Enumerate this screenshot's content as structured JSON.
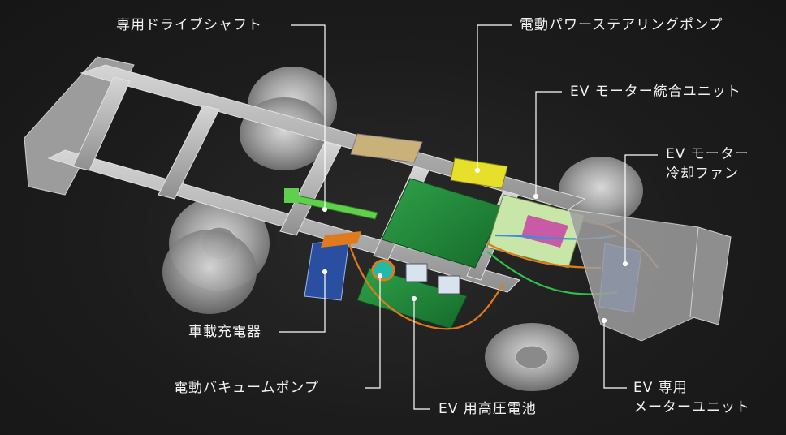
{
  "diagram": {
    "labels": {
      "drive_shaft": "専用ドライブシャフト",
      "power_steering_pump": "電動パワーステアリングポンプ",
      "ev_motor_integrated_unit": "EV モーター統合ユニット",
      "ev_motor_cooling_fan_line1": "EV モーター",
      "ev_motor_cooling_fan_line2": "冷却ファン",
      "onboard_charger": "車載充電器",
      "vacuum_pump": "電動バキュームポンプ",
      "ev_battery": "EV 用高圧電池",
      "ev_meter_unit_line1": "EV 専用",
      "ev_meter_unit_line2": "メーターユニット"
    },
    "colors": {
      "background": "#1b1b1b",
      "frame": "#b9b9b9",
      "tire": "#9a9a9a",
      "battery": "#1f8a3a",
      "charger": "#2a4fa0",
      "steering_pump": "#e6e02a",
      "motor_unit": "#c8e6a8",
      "orange_lines": "#e07a1e",
      "leader_lines": "#ffffff"
    }
  }
}
